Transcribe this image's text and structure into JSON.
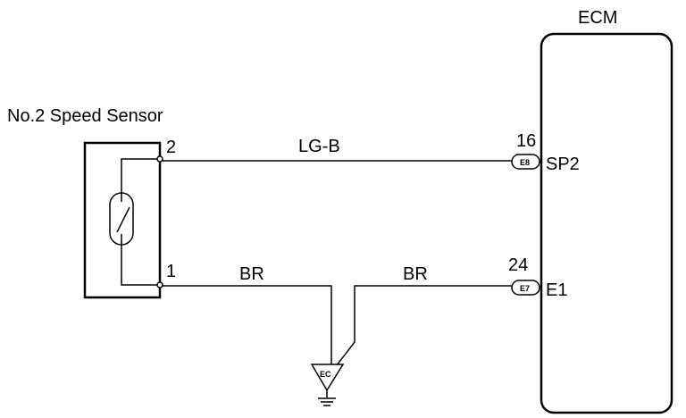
{
  "ecm": {
    "label": "ECM"
  },
  "sensor": {
    "label": "No.2 Speed Sensor",
    "pin_top": "2",
    "pin_bottom": "1"
  },
  "wires": {
    "signal_color": "LG-B",
    "ground_left_color": "BR",
    "ground_right_color": "BR"
  },
  "ecm_pins": [
    {
      "number": "16",
      "connector": "E8",
      "name": "SP2"
    },
    {
      "number": "24",
      "connector": "E7",
      "name": "E1"
    }
  ],
  "ground": {
    "label": "EC"
  },
  "colors": {
    "line": "#000000",
    "background": "#ffffff"
  }
}
